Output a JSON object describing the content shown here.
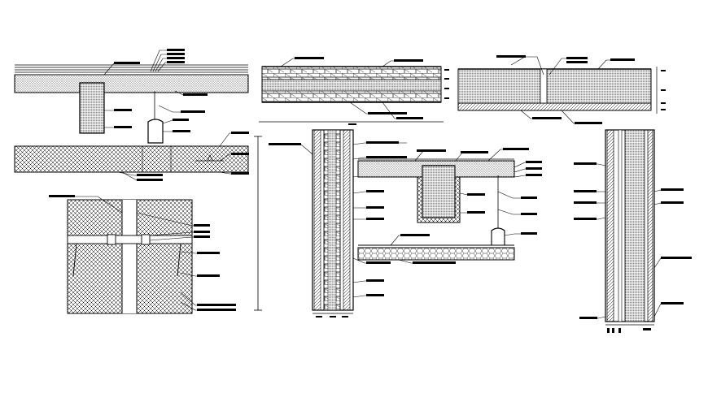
{
  "drawing": {
    "title": "",
    "line_color": "#000000",
    "paper_color": "#ffffff",
    "views": [
      {
        "id": "ceiling-beam-section",
        "desc": ""
      },
      {
        "id": "ceiling-joint-detail",
        "desc": ""
      },
      {
        "id": "masonry-wall-elevation",
        "desc": ""
      },
      {
        "id": "slab-section",
        "desc": ""
      },
      {
        "id": "vertical-wall-section",
        "desc": ""
      },
      {
        "id": "suspended-ceiling-section",
        "desc": ""
      },
      {
        "id": "cavity-wall-section",
        "desc": ""
      }
    ]
  }
}
